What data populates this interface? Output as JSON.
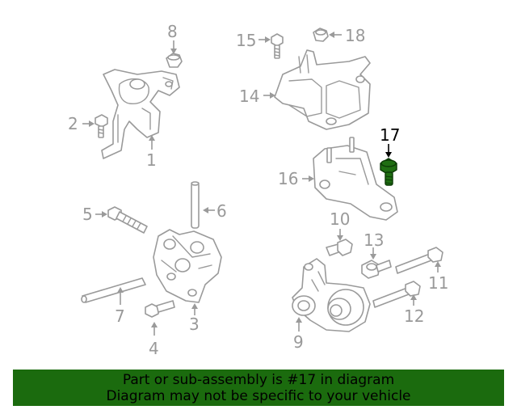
{
  "diagram": {
    "highlighted_part": "17",
    "callouts": {
      "c1": "1",
      "c2": "2",
      "c3": "3",
      "c4": "4",
      "c5": "5",
      "c6": "6",
      "c7": "7",
      "c8": "8",
      "c9": "9",
      "c10": "10",
      "c11": "11",
      "c12": "12",
      "c13": "13",
      "c14": "14",
      "c15": "15",
      "c16": "16",
      "c17": "17",
      "c18": "18"
    },
    "colors": {
      "line": "#9a9a9a",
      "label": "#999999",
      "highlight": "#1f6e12"
    }
  },
  "banner": {
    "line1": "Part or sub-assembly is #17 in diagram",
    "line2": "Diagram may not be specific to your vehicle",
    "background": "#1b6b0e"
  }
}
